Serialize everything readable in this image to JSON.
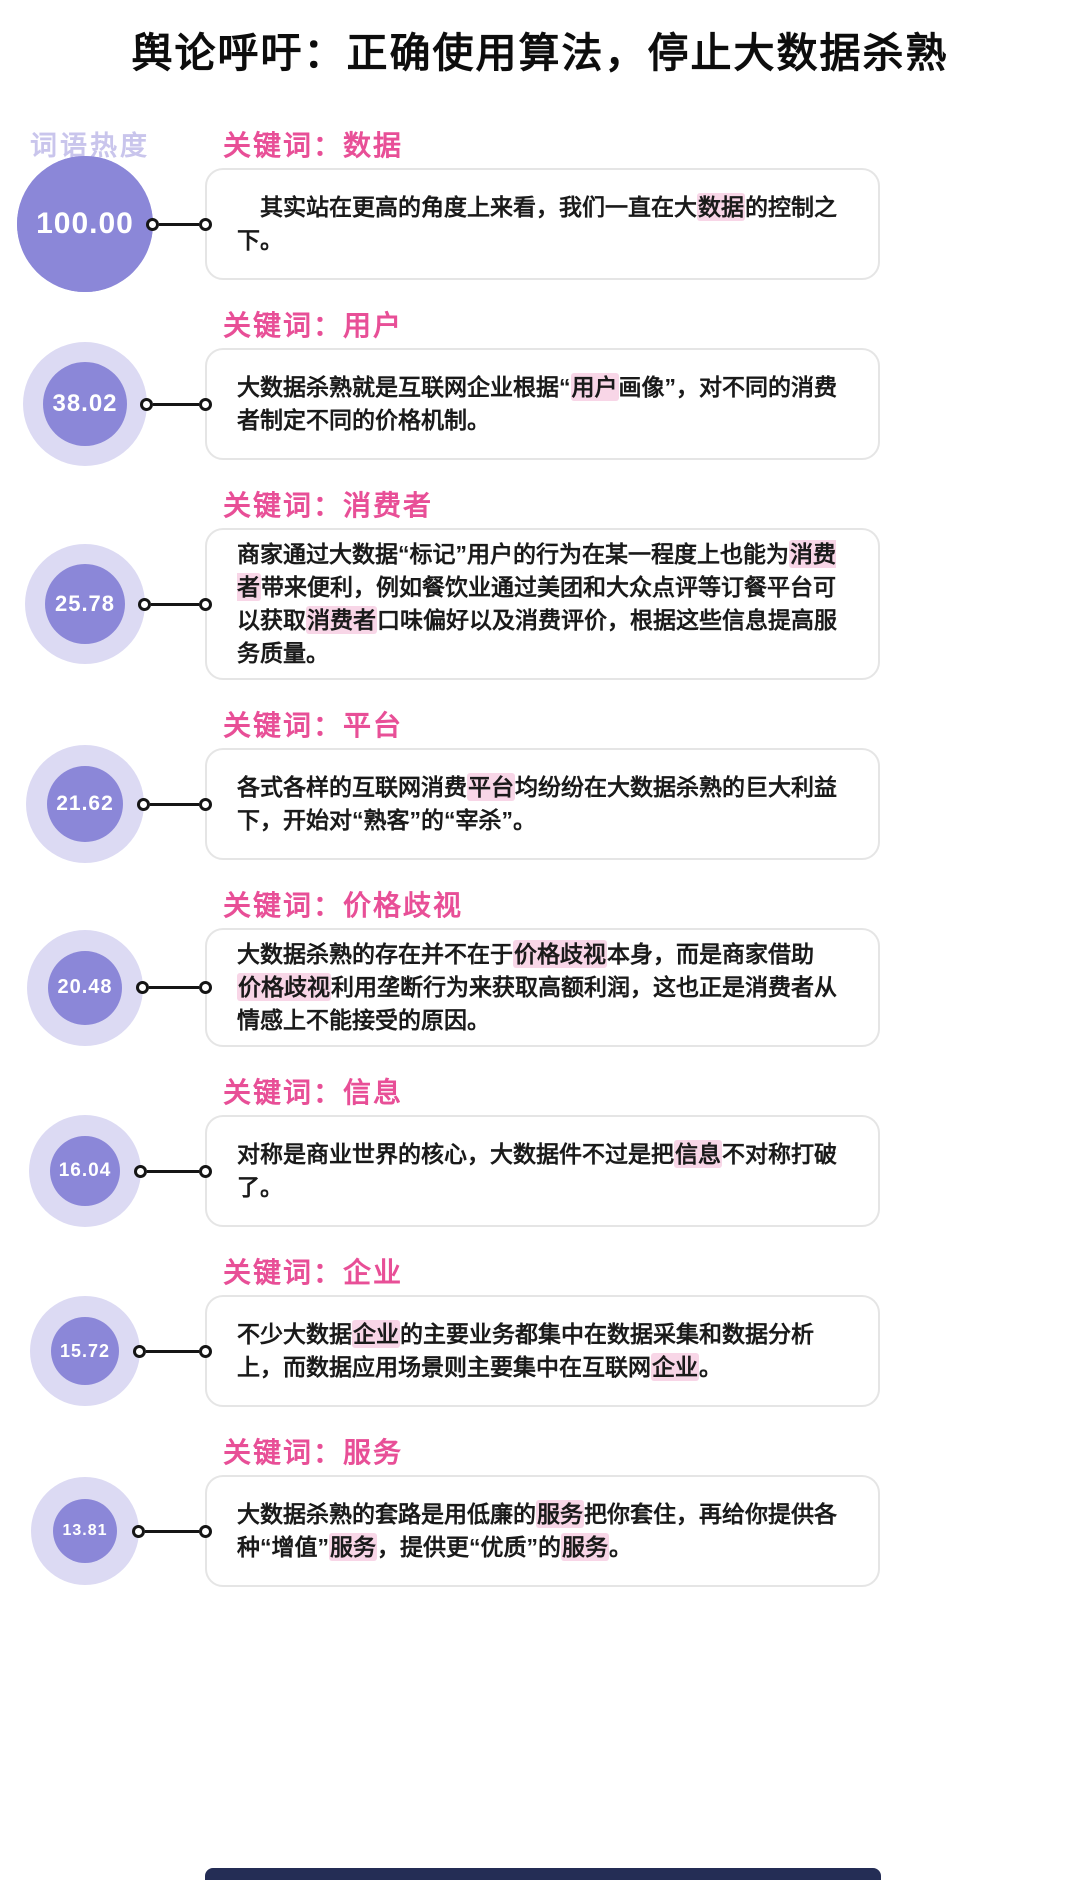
{
  "title": "舆论呼吁：正确使用算法，停止大数据杀熟",
  "legend_label": "词语热度",
  "colors": {
    "bubble_inner": "#8b87d8",
    "bubble_outer": "#dcdaf3",
    "keyword_pink": "#e84f97",
    "highlight_bg": "#f8d6e7",
    "card_border": "#e5e5e5",
    "legend_color": "#c9c5ec",
    "footer_bar": "#242d55"
  },
  "chart_data": {
    "type": "bubble",
    "title": "舆论呼吁：正确使用算法，停止大数据杀熟",
    "ylabel": "词语热度",
    "legend_position": "top-left",
    "categories": [
      "数据",
      "用户",
      "消费者",
      "平台",
      "价格歧视",
      "信息",
      "企业",
      "服务"
    ],
    "values": [
      100.0,
      38.02,
      25.78,
      21.62,
      20.48,
      16.04,
      15.72,
      13.81
    ]
  },
  "rows": [
    {
      "value": "100.00",
      "keyword_label": "关键词：数据",
      "bubble": {
        "outer": 136,
        "inner": 136,
        "font": 30,
        "solid": true
      },
      "indent": true,
      "text": [
        {
          "t": "其实站在更高的角度上来看，我们一直在大",
          "h": false
        },
        {
          "t": "数据",
          "h": true
        },
        {
          "t": "的控制之下。",
          "h": false
        }
      ]
    },
    {
      "value": "38.02",
      "keyword_label": "关键词：用户",
      "bubble": {
        "outer": 124,
        "inner": 84,
        "font": 24,
        "solid": false
      },
      "text": [
        {
          "t": "大数据杀熟就是互联网企业根据“",
          "h": false
        },
        {
          "t": "用户",
          "h": true
        },
        {
          "t": "画像”，对不同的消费者制定不同的价格机制。",
          "h": false
        }
      ]
    },
    {
      "value": "25.78",
      "keyword_label": "关键词：消费者",
      "bubble": {
        "outer": 120,
        "inner": 80,
        "font": 22,
        "solid": false
      },
      "text": [
        {
          "t": "商家通过大数据“标记”用户的行为在某一程度上也能为",
          "h": false
        },
        {
          "t": "消费者",
          "h": true
        },
        {
          "t": "带来便利，例如餐饮业通过美团和大众点评等订餐平台可以获取",
          "h": false
        },
        {
          "t": "消费者",
          "h": true
        },
        {
          "t": "口味偏好以及消费评价，根据这些信息提高服务质量。",
          "h": false
        }
      ]
    },
    {
      "value": "21.62",
      "keyword_label": "关键词：平台",
      "bubble": {
        "outer": 118,
        "inner": 76,
        "font": 21,
        "solid": false
      },
      "text": [
        {
          "t": "各式各样的互联网消费",
          "h": false
        },
        {
          "t": "平台",
          "h": true
        },
        {
          "t": "均纷纷在大数据杀熟的巨大利益下，开始对“熟客”的“宰杀”。",
          "h": false
        }
      ]
    },
    {
      "value": "20.48",
      "keyword_label": "关键词：价格歧视",
      "bubble": {
        "outer": 116,
        "inner": 74,
        "font": 20,
        "solid": false
      },
      "text": [
        {
          "t": "大数据杀熟的存在并不在于",
          "h": false
        },
        {
          "t": "价格歧视",
          "h": true
        },
        {
          "t": "本身，而是商家借助",
          "h": false
        },
        {
          "br": true
        },
        {
          "t": "价格歧视",
          "h": true
        },
        {
          "t": "利用垄断行为来获取高额利润，这也正是消费者从情感上不能接受的原因。",
          "h": false
        }
      ]
    },
    {
      "value": "16.04",
      "keyword_label": "关键词：信息",
      "bubble": {
        "outer": 112,
        "inner": 70,
        "font": 19,
        "solid": false
      },
      "text": [
        {
          "t": "对称是商业世界的核心，大数据件不过是把",
          "h": false
        },
        {
          "t": "信息",
          "h": true
        },
        {
          "t": "不对称打破了。",
          "h": false
        }
      ]
    },
    {
      "value": "15.72",
      "keyword_label": "关键词：企业",
      "bubble": {
        "outer": 110,
        "inner": 68,
        "font": 18,
        "solid": false
      },
      "text": [
        {
          "t": "不少大数据",
          "h": false
        },
        {
          "t": "企业",
          "h": true
        },
        {
          "t": "的主要业务都集中在数据采集和数据分析上，而数据应用场景则主要集中在互联网",
          "h": false
        },
        {
          "t": "企业",
          "h": true
        },
        {
          "t": "。",
          "h": false
        }
      ]
    },
    {
      "value": "13.81",
      "keyword_label": "关键词：服务",
      "bubble": {
        "outer": 108,
        "inner": 64,
        "font": 16,
        "solid": false
      },
      "text": [
        {
          "t": "大数据杀熟的套路是用低廉的",
          "h": false
        },
        {
          "t": "服务",
          "h": true
        },
        {
          "t": "把你套住，再给你提供各种“增值”",
          "h": false
        },
        {
          "t": "服务",
          "h": true
        },
        {
          "t": "，提供更“优质”的",
          "h": false
        },
        {
          "t": "服务",
          "h": true
        },
        {
          "t": "。",
          "h": false
        }
      ]
    }
  ]
}
